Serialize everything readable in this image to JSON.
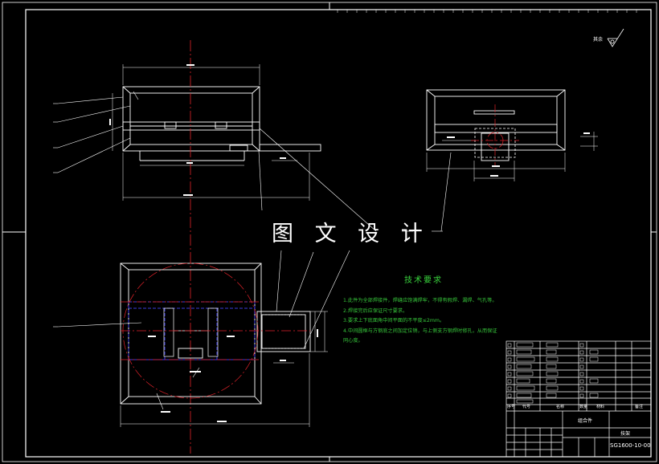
{
  "watermark": "图 文 设 计",
  "roughness_label": "其余",
  "technical_requirements": {
    "title": "技术要求",
    "items": [
      "1.此件为全部焊接件，焊缝应饱满焊牢，不得有假焊、漏焊、气孔等。",
      "2.焊接完后应保证尺寸要求。",
      "3.要求上下底面角中间平面的不平度≤2mm。",
      "4.中间圆框与方钢底之间加定位销，与上侧支方钢焊时修孔，从而保证",
      "同心度。"
    ]
  },
  "title_block": {
    "assembly_label": "组合件",
    "part_name": "技架",
    "drawing_number": "SG1600-10-00",
    "col_headers": [
      "序号",
      "代号",
      "名称",
      "数量",
      "材料",
      "备注"
    ]
  },
  "colors": {
    "line": "#ffffff",
    "centerline": "#e0222a",
    "hidden": "#3b3bd8",
    "text_green": "#36c43a"
  }
}
